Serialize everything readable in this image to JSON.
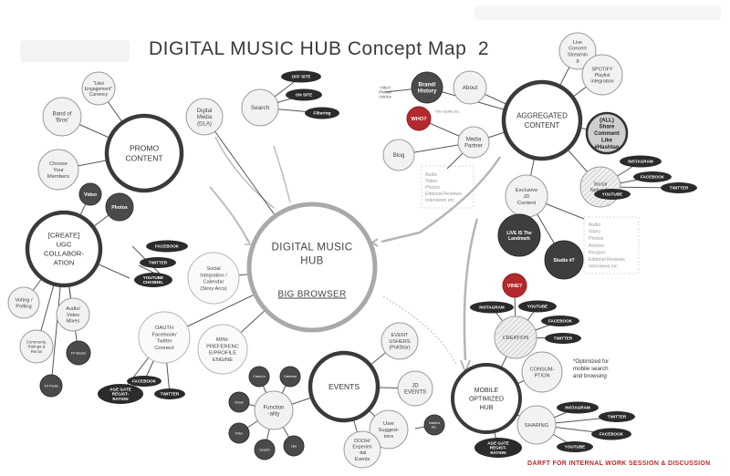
{
  "title": "DIGITAL MUSIC HUB Concept Map  2",
  "footer": "DARFT FOR INTERNAL WORK SESSION & DISCUSSION",
  "note": [
    "*Optimized for",
    "mobile search",
    "and browsing"
  ],
  "hub": {
    "line1": "DIGITAL MUSIC",
    "line2": "HUB",
    "sub": "BIG BROWSER"
  },
  "promo": {
    "label": [
      "PROMO",
      "CONTENT"
    ]
  },
  "ugc": {
    "label": [
      "[CREATE]",
      "UGC",
      "COLLABOR-",
      "ATION"
    ]
  },
  "aggregated": {
    "label": [
      "AGGREGATED",
      "CONTENT"
    ]
  },
  "events": {
    "label": [
      "EVENTS"
    ]
  },
  "mobile": {
    "label": [
      "MOBILE",
      "OPTIMIZED",
      "HUB"
    ]
  },
  "nodes": {
    "like": [
      "\"Like/",
      "Engagement\"",
      "Currency"
    ],
    "band": [
      "Band of",
      "'Bros'"
    ],
    "choose": [
      "Choose",
      "Your",
      "Members"
    ],
    "video": [
      "Video"
    ],
    "photos": [
      "Photos"
    ],
    "voting": [
      "Voting /",
      "Polling"
    ],
    "audiovideo": [
      "Audio/",
      "Video",
      "Mixes"
    ],
    "comments": [
      "Comments,",
      "Ratings &",
      "Recos"
    ],
    "fxmaster": [
      "FX Master"
    ],
    "fxpedal": [
      "FX Pedal"
    ],
    "digitalmedia": [
      "Digital",
      "Media",
      "(DLA)"
    ],
    "search": [
      "Search"
    ],
    "offsite": [
      "OFF SITE"
    ],
    "onsite": [
      "ON SITE"
    ],
    "filtering": [
      "Filtering"
    ],
    "social": [
      "Social",
      "Integration /",
      "Calendar",
      "(Story Arcs)"
    ],
    "oauth": [
      "OAUTH",
      "Facebook/",
      "Twitter",
      "Connect"
    ],
    "mini": [
      "MINI-",
      "PREFERENC",
      "E/PROFILE",
      "ENGINE"
    ],
    "agegate1": [
      "AGE GATE",
      "REGIST-",
      "RATION"
    ],
    "agegate2": [
      "AGE GATE",
      "REGIST-",
      "RATION"
    ],
    "brand": [
      "Brand/",
      "History"
    ],
    "about": [
      "About"
    ],
    "videophotos": [
      "Video/",
      "Photos/",
      "Articles"
    ],
    "live": [
      "Live",
      "Concert",
      "Streamin",
      "g"
    ],
    "spotify": [
      "SPOTIFY",
      "Playlist",
      "integration"
    ],
    "who": [
      "WHO?"
    ],
    "whonote": [
      "*(No Spotify etc)"
    ],
    "mediapartner": [
      "Media",
      "Partner"
    ],
    "blog": [
      "Blog"
    ],
    "allshare": [
      "(ALL)",
      "Share",
      "Comment",
      "Like",
      "#Hashtag"
    ],
    "socialnetworks": [
      "Social",
      "Networks"
    ],
    "exclusive": [
      "Exclusive",
      "JD",
      "Content"
    ],
    "livejd": [
      "LIVE IS The",
      "Landmark"
    ],
    "studio": [
      "Studio #7"
    ],
    "vine": [
      "VINE?"
    ],
    "creation": [
      "CREATION"
    ],
    "consumption": [
      "CONSUM-",
      "PTION"
    ],
    "sharing": [
      "SHARING"
    ],
    "eventushers": [
      "EVENT",
      "USHERS",
      "(PollStar)"
    ],
    "jdevents": [
      "JD",
      "EVENTS"
    ],
    "usersugg": [
      "User",
      "Suggest-",
      "ions"
    ],
    "dooh": [
      "DOOH/",
      "Experien",
      "-tial",
      "Events"
    ],
    "functionality": [
      "Function",
      "-ality"
    ],
    "insiders": [
      "Insiders",
      "Etc."
    ],
    "checkin": [
      "Check-in"
    ],
    "calendar": [
      "Calendar"
    ],
    "share": [
      "Share"
    ],
    "filter": [
      "Filter"
    ],
    "search2": [
      "Search"
    ],
    "like2": [
      "Like"
    ]
  },
  "pills": {
    "facebook": "FACEBOOK",
    "twitter": "TWITTER",
    "youtube": [
      "YOUTUBE",
      "CHANNEL"
    ],
    "instagram": "INSTAGRAM",
    "youtube_short": "YOUTUBE"
  },
  "lists": {
    "media_partner": [
      "Audio",
      "Video",
      "Photos",
      "Editorial Reviews",
      "Interviews etc."
    ],
    "exclusive": [
      "Audio",
      "Video",
      "Photos",
      "Articles",
      "Recipes",
      "Editorial Reviews",
      "Interviews etc."
    ]
  }
}
